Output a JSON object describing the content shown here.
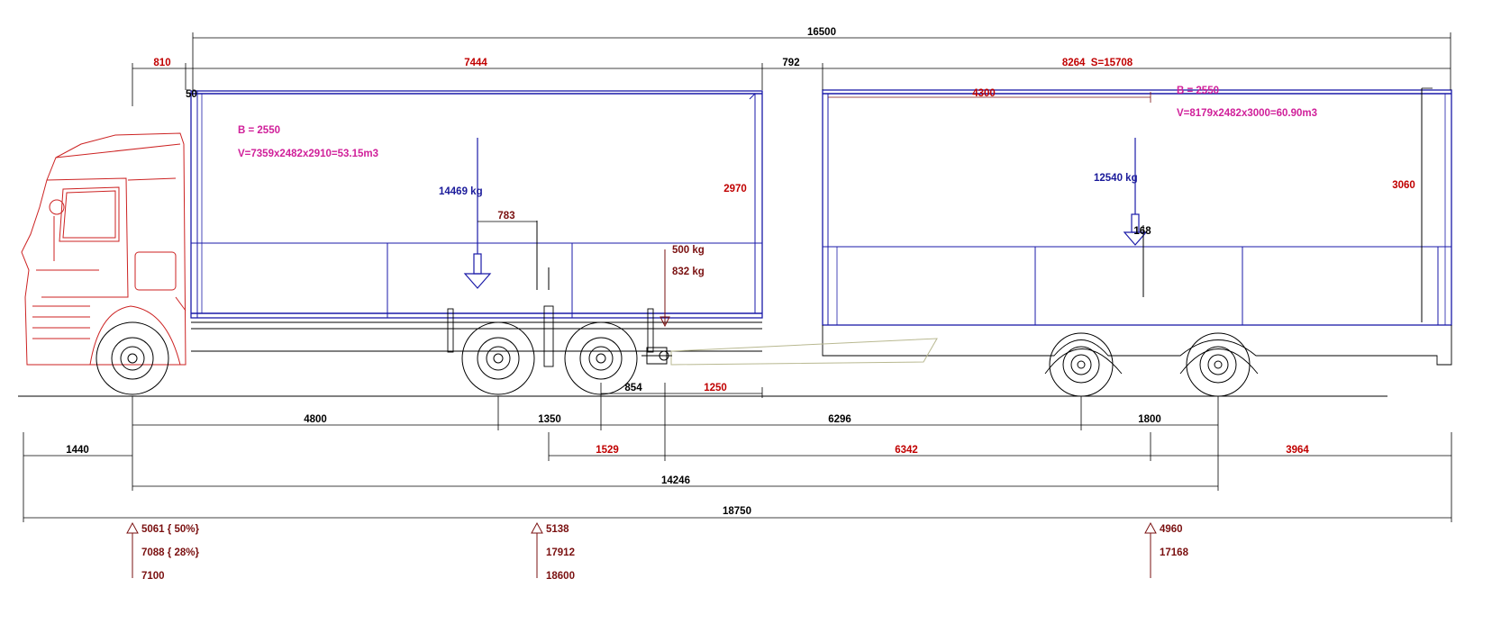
{
  "colors": {
    "cab": "#cc2222",
    "body_outline": "#1a1aa8",
    "dimension_line": "#000000",
    "red_dimension_text": "#c00000",
    "load_text": "#7a1010",
    "volume_text": "#d0209a",
    "weight_text": "#1a1a9a",
    "drawbar": "#b8b890"
  },
  "icons": {
    "load_arrow": "down-arrow-icon",
    "axle_marker": "triangle-arrow-icon",
    "wheel": "wheel-icon"
  },
  "dimensions": {
    "total_length_body": "16500",
    "cab_gap": "810",
    "truck_body_length": "7444",
    "body_gap": "792",
    "trailer_body_length": "8264  S=15708",
    "front_wall": "50",
    "trailer_inner": "4300",
    "truck_body_height": "2970",
    "trailer_body_height": "3060",
    "cog_offset": "783",
    "trailer_cog_offset": "168",
    "coupling_offset": "854",
    "drawbar_length": "1250",
    "wheelbase": "4800",
    "tandem_spacing": "1350",
    "axle_to_trailer": "6296",
    "trailer_axle_spacing": "1800",
    "front_overhang": "1440",
    "rear_to_coupling": "1529",
    "coupling_to_trailer": "6342",
    "trailer_rear": "3964",
    "combined_wheelbase": "14246",
    "overall_length": "18750"
  },
  "truck_body": {
    "width": "B = 2550",
    "volume": "V=7359x2482x2910=53.15m3",
    "payload": "14469 kg",
    "load_1": "500 kg",
    "load_2": "832 kg"
  },
  "trailer_body": {
    "width": "B = 2550",
    "volume": "V=8179x2482x3000=60.90m3",
    "payload": "12540 kg"
  },
  "axle_loads": {
    "front": [
      "5061 { 50%}",
      "7088 { 28%}",
      "7100"
    ],
    "rear": [
      "5138",
      "17912",
      "18600"
    ],
    "trailer": [
      "4960",
      "17168"
    ]
  }
}
